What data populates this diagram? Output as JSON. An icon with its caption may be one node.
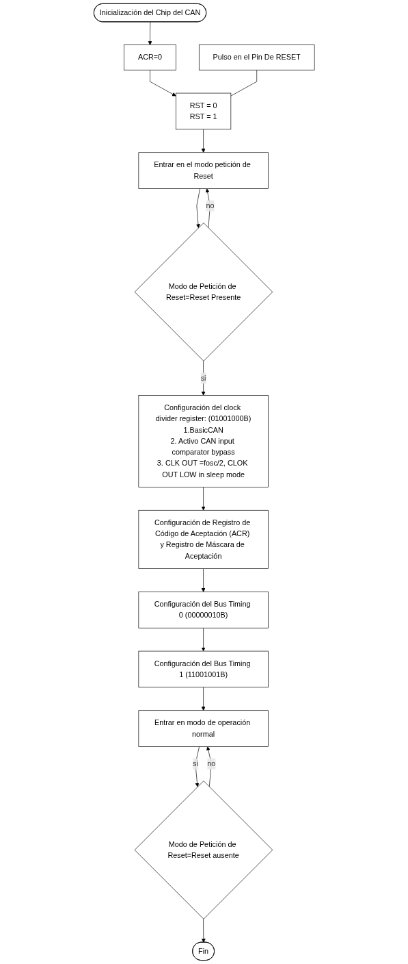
{
  "diagram": {
    "nodes": [
      {
        "text": [
          "Inicialización del Chip del CAN"
        ]
      },
      {
        "text": [
          "ACR=0"
        ]
      },
      {
        "text": [
          "RST = 0",
          "RST = 1"
        ]
      },
      {
        "text": [
          "Pulso en el Pin De RESET"
        ]
      },
      {
        "text": [
          "Entrar en el modo petición de Reset"
        ]
      },
      {
        "text": [
          "Modo de Petición de Reset=Reset Presente"
        ]
      },
      {
        "text": [
          "Configuración del clock divider register: (01001000B)",
          "1.BasicCAN",
          "2. Activo CAN input comparator bypass",
          "3. CLK OUT =fosc/2, CLOK OUT LOW in sleep mode"
        ]
      },
      {
        "text": [
          "Configuración de Registro de Código de Aceptación (ACR) y Registro de Máscara de Aceptación"
        ]
      },
      {
        "text": [
          "Configuración del Bus Timing 0 (00000010B)"
        ]
      },
      {
        "text": [
          "Configuración del Bus Timing 1 (11001001B)"
        ]
      },
      {
        "text": [
          "Entrar en modo de operación normal"
        ]
      },
      {
        "text": [
          "Modo de Petición de Reset=Reset ausente"
        ]
      },
      {
        "text": [
          "Fin"
        ]
      }
    ],
    "edges": [
      {
        "from": 0,
        "to": 1,
        "arrow": "to"
      },
      {
        "from": 1,
        "to": 2,
        "arrow": "to"
      },
      {
        "from": 3,
        "to": 2,
        "arrow": "none"
      },
      {
        "from": 2,
        "to": 4,
        "arrow": "to"
      },
      {
        "from": 4,
        "to": 5,
        "arrow": "to"
      },
      {
        "from": 5,
        "to": 4,
        "label": "no",
        "arrow": "to"
      },
      {
        "from": 5,
        "to": 6,
        "label": "si",
        "arrow": "to"
      },
      {
        "from": 6,
        "to": 7,
        "arrow": "to"
      },
      {
        "from": 7,
        "to": 8,
        "arrow": "to"
      },
      {
        "from": 8,
        "to": 9,
        "arrow": "to"
      },
      {
        "from": 9,
        "to": 10,
        "arrow": "to"
      },
      {
        "from": 10,
        "to": 11,
        "label": "si",
        "arrow": "to"
      },
      {
        "from": 11,
        "to": 10,
        "label": "no",
        "arrow": "to"
      },
      {
        "from": 11,
        "to": 12,
        "arrow": "to"
      }
    ]
  }
}
